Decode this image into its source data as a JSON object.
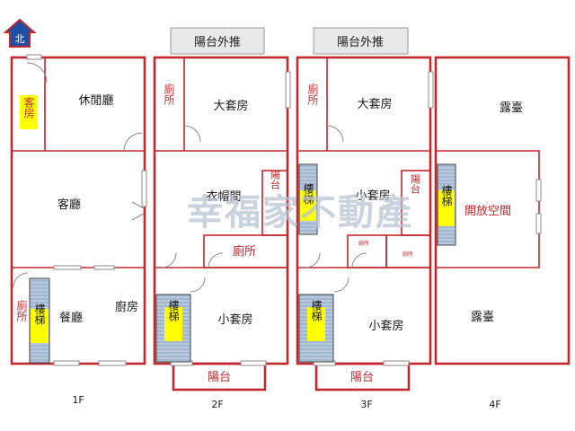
{
  "compass": {
    "label": "北"
  },
  "floors": [
    {
      "label": "1F",
      "rooms": {
        "guest_room": "客房",
        "lounge": "休閒廳",
        "living_room": "客廳",
        "toilet": "廁所",
        "stairs": "樓梯",
        "dining": "餐廳",
        "kitchen": "廚房"
      }
    },
    {
      "label": "2F",
      "balcony_ext": "陽台外推",
      "rooms": {
        "toilet_a": "廁所",
        "master": "大套房",
        "closet": "衣帽間",
        "balcony_side": "陽台",
        "toilet_b": "廁所",
        "stairs": "樓梯",
        "small_suite": "小套房",
        "balcony": "陽台"
      }
    },
    {
      "label": "3F",
      "balcony_ext": "陽台外推",
      "rooms": {
        "toilet": "廁所",
        "master": "大套房",
        "stairs_top": "樓梯",
        "small_suite_top": "小套房",
        "balcony_side": "陽台",
        "toilet_small_a": "廁所",
        "toilet_small_b": "廁所",
        "stairs": "樓梯",
        "small_suite": "小套房",
        "balcony": "陽台"
      }
    },
    {
      "label": "4F",
      "rooms": {
        "terrace_top": "露臺",
        "stairs": "樓梯",
        "open_space": "開放空間",
        "terrace_bottom": "露臺"
      }
    }
  ],
  "watermark": "幸福家不動產",
  "colors": {
    "wall": "#c0282e",
    "stairs_highlight": "#ffff00",
    "stairs_fill": "#b7c7dc",
    "compass": "#1f4fa3",
    "balcony_ext": "#e8e8e8"
  }
}
